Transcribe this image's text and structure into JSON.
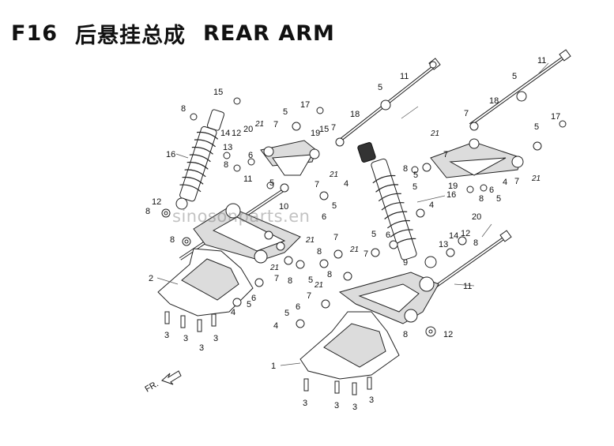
{
  "header": {
    "code": "F16",
    "title_cn": "后悬挂总成",
    "title_en": "REAR ARM"
  },
  "watermark": "sinosonparts.en",
  "direction_label": "FR.",
  "callouts": [
    {
      "n": "1"
    },
    {
      "n": "2"
    },
    {
      "n": "3"
    },
    {
      "n": "4"
    },
    {
      "n": "5"
    },
    {
      "n": "6"
    },
    {
      "n": "7"
    },
    {
      "n": "8"
    },
    {
      "n": "9"
    },
    {
      "n": "10"
    },
    {
      "n": "11"
    },
    {
      "n": "12"
    },
    {
      "n": "13"
    },
    {
      "n": "14"
    },
    {
      "n": "15"
    },
    {
      "n": "16"
    },
    {
      "n": "17"
    },
    {
      "n": "18"
    },
    {
      "n": "19"
    },
    {
      "n": "20"
    },
    {
      "n": "21"
    }
  ]
}
